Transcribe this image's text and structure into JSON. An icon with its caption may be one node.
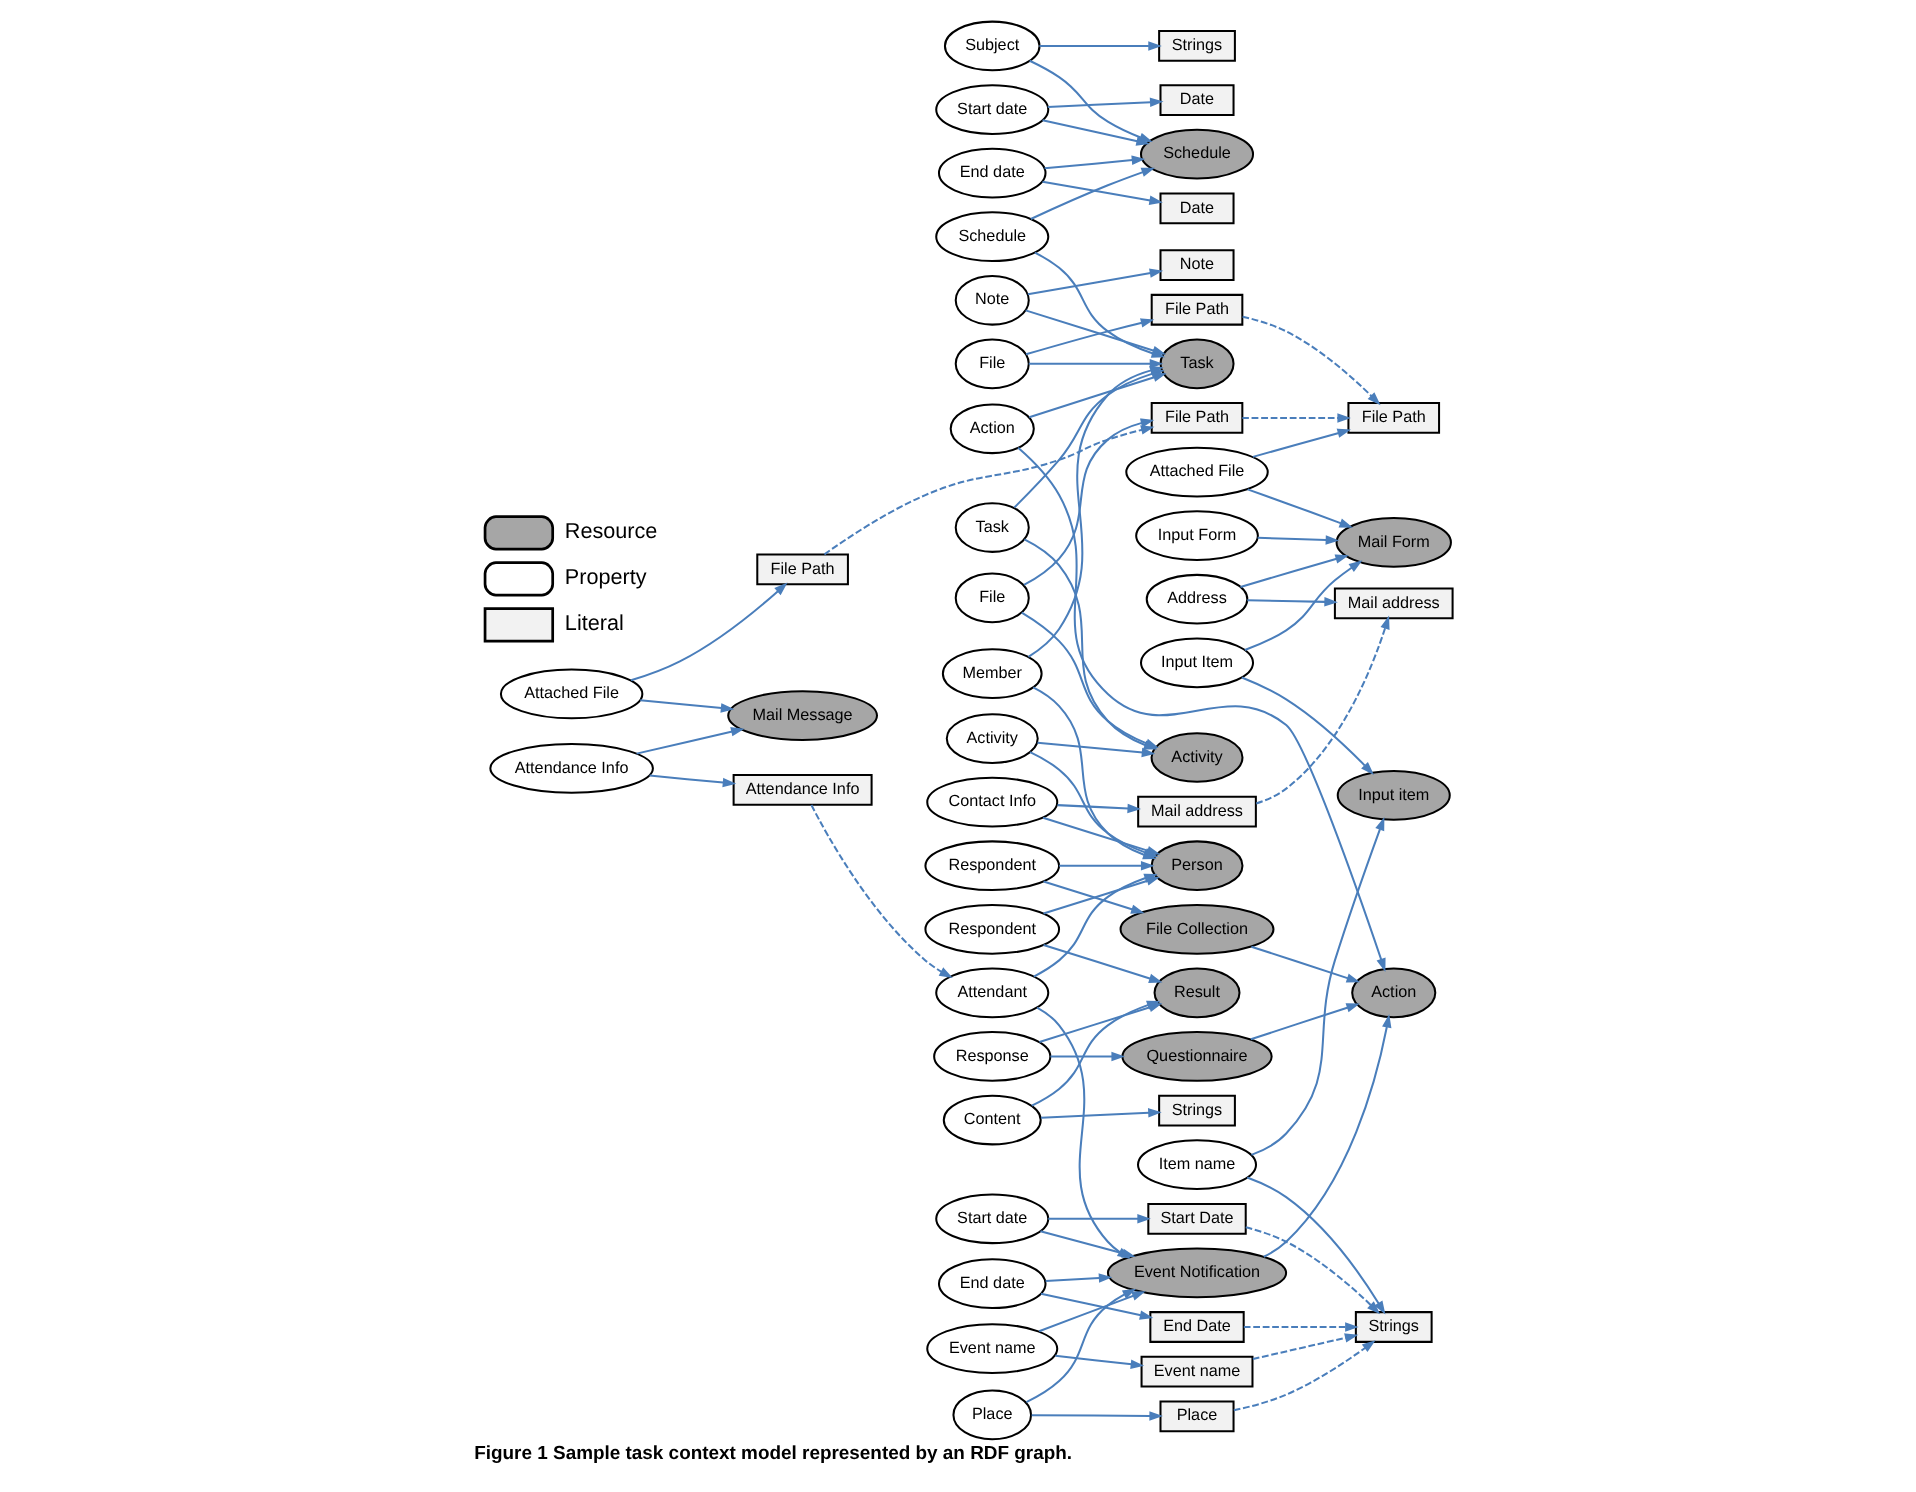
{
  "diagram": {
    "caption": "Figure 1 Sample task context model represented by an RDF graph.",
    "nodes": [
      {
        "text": [
          "Schedule"
        ]
      },
      {
        "text": [
          "Schedule"
        ]
      },
      {
        "text": [
          "Subject"
        ]
      },
      {
        "text": [
          "Strings"
        ]
      },
      {
        "text": [
          "Start date"
        ]
      },
      {
        "text": [
          "Date"
        ]
      },
      {
        "text": [
          "End date"
        ]
      },
      {
        "text": [
          "Date"
        ]
      },
      {
        "text": [
          "Note"
        ]
      },
      {
        "text": [
          "Note"
        ]
      },
      {
        "text": [
          "File"
        ]
      },
      {
        "text": [
          "File Path"
        ]
      },
      {
        "text": [
          "Task"
        ]
      },
      {
        "text": [
          "Task"
        ]
      },
      {
        "text": [
          "File Path"
        ]
      },
      {
        "text": [
          "File Path"
        ]
      },
      {
        "text": [
          "Attached File"
        ]
      },
      {
        "text": [
          "File"
        ]
      },
      {
        "text": [
          "Mail Message"
        ]
      },
      {
        "text": [
          "Member"
        ]
      },
      {
        "text": [
          "Activity"
        ]
      },
      {
        "text": [
          "Attendance Info"
        ]
      },
      {
        "text": [
          "Attendance Info"
        ]
      },
      {
        "text": [
          "Action"
        ]
      },
      {
        "text": [
          "Person"
        ]
      },
      {
        "text": [
          "File Path"
        ]
      },
      {
        "text": [
          "Activity"
        ]
      },
      {
        "text": [
          "Attached File"
        ]
      },
      {
        "text": [
          "Action"
        ]
      },
      {
        "text": [
          "Address"
        ]
      },
      {
        "text": [
          "Contact Info"
        ]
      },
      {
        "text": [
          "Mail Form"
        ]
      },
      {
        "text": [
          "Attendant"
        ]
      },
      {
        "text": [
          "Mail address"
        ]
      },
      {
        "text": [
          "Input Form"
        ]
      },
      {
        "text": [
          "Questionnaire"
        ]
      },
      {
        "text": [
          "Input Item"
        ]
      },
      {
        "text": [
          "Mail address"
        ]
      },
      {
        "text": [
          "File Collection"
        ]
      },
      {
        "text": [
          "Input item"
        ]
      },
      {
        "text": [
          "Place"
        ]
      },
      {
        "text": [
          "Event Notification"
        ]
      },
      {
        "text": [
          "Response"
        ]
      },
      {
        "text": [
          "Start date"
        ]
      },
      {
        "text": [
          "Place"
        ]
      },
      {
        "text": [
          "Item name"
        ]
      },
      {
        "text": [
          "End date"
        ]
      },
      {
        "text": [
          "Start Date"
        ]
      },
      {
        "text": [
          "Result"
        ]
      },
      {
        "text": [
          "Respondent"
        ]
      },
      {
        "text": [
          "Strings"
        ]
      },
      {
        "text": [
          "Event name"
        ]
      },
      {
        "text": [
          "End Date"
        ]
      },
      {
        "text": [
          "Respondent"
        ]
      },
      {
        "text": [
          "Event name"
        ]
      },
      {
        "text": [
          "Content"
        ]
      },
      {
        "text": [
          "Strings"
        ]
      }
    ],
    "edges": [
      {
        "from": 0,
        "to": 12,
        "arrow": "to"
      },
      {
        "from": 0,
        "to": 1,
        "arrow": "to"
      },
      {
        "from": 2,
        "to": 1,
        "arrow": "to"
      },
      {
        "from": 2,
        "to": 3,
        "arrow": "to"
      },
      {
        "from": 4,
        "to": 1,
        "arrow": "to"
      },
      {
        "from": 4,
        "to": 5,
        "arrow": "to"
      },
      {
        "from": 6,
        "to": 1,
        "arrow": "to"
      },
      {
        "from": 6,
        "to": 7,
        "arrow": "to"
      },
      {
        "from": 8,
        "to": 12,
        "arrow": "to"
      },
      {
        "from": 8,
        "to": 9,
        "arrow": "to"
      },
      {
        "from": 10,
        "to": 12,
        "arrow": "to"
      },
      {
        "from": 10,
        "to": 11,
        "arrow": "to"
      },
      {
        "from": 13,
        "to": 12,
        "arrow": "to"
      },
      {
        "from": 13,
        "to": 20,
        "arrow": "to"
      },
      {
        "from": 17,
        "to": 20,
        "arrow": "to"
      },
      {
        "from": 17,
        "to": 14,
        "arrow": "to"
      },
      {
        "from": 11,
        "to": 25,
        "arrow": "to",
        "style": "dashed"
      },
      {
        "from": 14,
        "to": 25,
        "arrow": "to",
        "style": "dashed"
      },
      {
        "from": 15,
        "to": 14,
        "arrow": "to",
        "style": "dashed"
      },
      {
        "from": 16,
        "to": 15,
        "arrow": "to"
      },
      {
        "from": 16,
        "to": 18,
        "arrow": "to"
      },
      {
        "from": 22,
        "to": 21,
        "arrow": "to"
      },
      {
        "from": 22,
        "to": 18,
        "arrow": "to"
      },
      {
        "from": 21,
        "to": 32,
        "arrow": "to",
        "style": "dashed"
      },
      {
        "from": 19,
        "to": 12,
        "arrow": "to"
      },
      {
        "from": 19,
        "to": 24,
        "arrow": "to"
      },
      {
        "from": 23,
        "to": 12,
        "arrow": "to"
      },
      {
        "from": 23,
        "to": 28,
        "arrow": "to"
      },
      {
        "from": 26,
        "to": 20,
        "arrow": "to"
      },
      {
        "from": 26,
        "to": 24,
        "arrow": "to"
      },
      {
        "from": 27,
        "to": 25,
        "arrow": "to"
      },
      {
        "from": 27,
        "to": 31,
        "arrow": "to"
      },
      {
        "from": 30,
        "to": 24,
        "arrow": "to"
      },
      {
        "from": 30,
        "to": 33,
        "arrow": "to"
      },
      {
        "from": 33,
        "to": 37,
        "arrow": "to",
        "style": "dashed"
      },
      {
        "from": 29,
        "to": 37,
        "arrow": "to"
      },
      {
        "from": 29,
        "to": 31,
        "arrow": "to"
      },
      {
        "from": 34,
        "to": 31,
        "arrow": "to"
      },
      {
        "from": 36,
        "to": 31,
        "arrow": "to"
      },
      {
        "from": 36,
        "to": 39,
        "arrow": "to"
      },
      {
        "from": 32,
        "to": 24,
        "arrow": "to"
      },
      {
        "from": 32,
        "to": 41,
        "arrow": "to"
      },
      {
        "from": 49,
        "to": 24,
        "arrow": "to"
      },
      {
        "from": 49,
        "to": 38,
        "arrow": "to"
      },
      {
        "from": 53,
        "to": 24,
        "arrow": "to"
      },
      {
        "from": 53,
        "to": 48,
        "arrow": "to"
      },
      {
        "from": 35,
        "to": 28,
        "arrow": "to"
      },
      {
        "from": 38,
        "to": 28,
        "arrow": "to"
      },
      {
        "from": 41,
        "to": 28,
        "arrow": "to"
      },
      {
        "from": 42,
        "to": 35,
        "arrow": "to"
      },
      {
        "from": 42,
        "to": 48,
        "arrow": "to"
      },
      {
        "from": 55,
        "to": 48,
        "arrow": "to"
      },
      {
        "from": 55,
        "to": 56,
        "arrow": "to"
      },
      {
        "from": 40,
        "to": 41,
        "arrow": "to"
      },
      {
        "from": 40,
        "to": 44,
        "arrow": "to"
      },
      {
        "from": 43,
        "to": 41,
        "arrow": "to"
      },
      {
        "from": 43,
        "to": 47,
        "arrow": "to"
      },
      {
        "from": 46,
        "to": 41,
        "arrow": "to"
      },
      {
        "from": 46,
        "to": 52,
        "arrow": "to"
      },
      {
        "from": 51,
        "to": 41,
        "arrow": "to"
      },
      {
        "from": 51,
        "to": 54,
        "arrow": "to"
      },
      {
        "from": 44,
        "to": 50,
        "arrow": "to",
        "style": "dashed"
      },
      {
        "from": 47,
        "to": 50,
        "arrow": "to",
        "style": "dashed"
      },
      {
        "from": 52,
        "to": 50,
        "arrow": "to",
        "style": "dashed"
      },
      {
        "from": 54,
        "to": 50,
        "arrow": "to",
        "style": "dashed"
      },
      {
        "from": 45,
        "to": 39,
        "arrow": "to"
      },
      {
        "from": 45,
        "to": 50,
        "arrow": "to"
      }
    ],
    "legend": [
      {
        "text": "Resource"
      },
      {
        "text": "Property"
      },
      {
        "text": "Literal"
      }
    ]
  }
}
